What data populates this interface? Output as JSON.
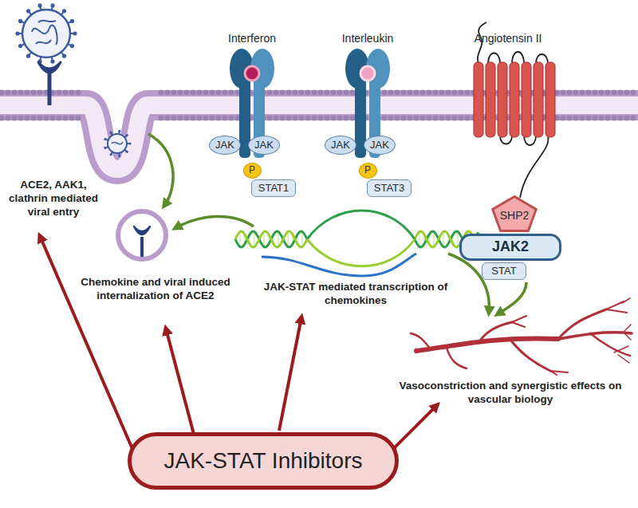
{
  "diagram": {
    "nodes": [
      {
        "text": [
          "JAK"
        ]
      },
      {
        "text": [
          "JAK"
        ]
      },
      {
        "text": [
          "P"
        ]
      },
      {
        "text": [
          "STAT1"
        ]
      },
      {
        "text": [
          "JAK"
        ]
      },
      {
        "text": [
          "JAK"
        ]
      },
      {
        "text": [
          "P"
        ]
      },
      {
        "text": [
          "STAT3"
        ]
      },
      {
        "text": [
          "SHP2"
        ]
      },
      {
        "text": [
          "JAK2"
        ]
      },
      {
        "text": [
          "STAT"
        ]
      },
      {
        "text": [
          "JAK-STAT Inhibitors"
        ]
      }
    ],
    "labels": [
      "Interferon",
      "Interleukin",
      "Angiotensin II",
      "ACE2, AAK1, clathrin mediated viral entry",
      "Chemokine and viral induced internalization of ACE2",
      "JAK-STAT mediated transcription of chemokines",
      "Vasoconstriction and synergistic effects on vascular biology"
    ]
  }
}
